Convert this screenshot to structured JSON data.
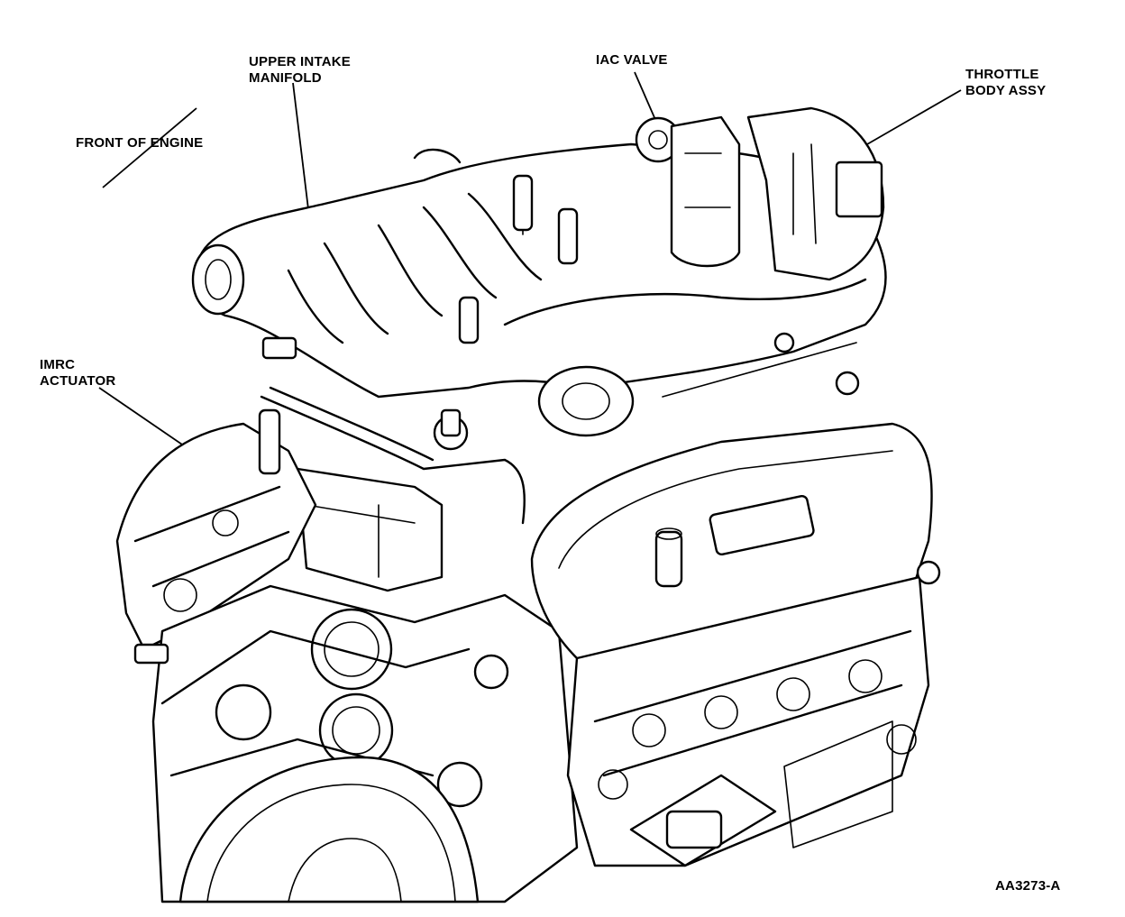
{
  "labels": {
    "upper_intake_manifold": [
      "UPPER INTAKE",
      "MANIFOLD"
    ],
    "iac_valve": [
      "IAC VALVE"
    ],
    "throttle_body_assy": [
      "THROTTLE",
      "BODY ASSY"
    ],
    "front_of_engine": [
      "FRONT OF ENGINE"
    ],
    "imrc_actuator": [
      "IMRC",
      "ACTUATOR"
    ],
    "figure_code": "AA3273-A"
  }
}
